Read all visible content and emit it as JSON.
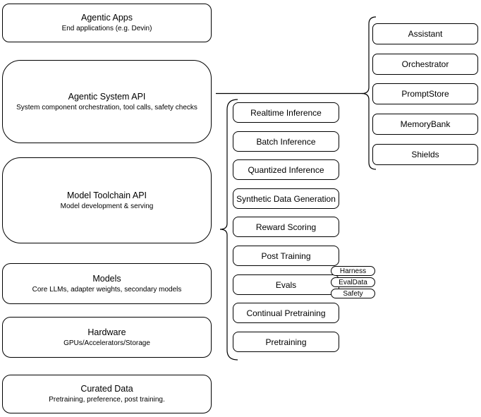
{
  "diagram": {
    "left_stack": [
      {
        "title": "Agentic Apps",
        "subtitle": "End applications (e.g. Devin)"
      },
      {
        "title": "Agentic System API",
        "subtitle": "System component orchestration, tool calls, safety checks"
      },
      {
        "title": "Model Toolchain API",
        "subtitle": "Model development & serving"
      },
      {
        "title": "Models",
        "subtitle": "Core LLMs, adapter weights, secondary models"
      },
      {
        "title": "Hardware",
        "subtitle": "GPUs/Accelerators/Storage"
      },
      {
        "title": "Curated Data",
        "subtitle": "Pretraining, preference, post training."
      }
    ],
    "toolchain_items": [
      "Realtime Inference",
      "Batch Inference",
      "Quantized Inference",
      "Synthetic Data Generation",
      "Reward Scoring",
      "Post Training",
      "Evals",
      "Continual Pretraining",
      "Pretraining"
    ],
    "eval_tags": [
      "Harness",
      "EvalData",
      "Safety"
    ],
    "system_items": [
      "Assistant",
      "Orchestrator",
      "PromptStore",
      "MemoryBank",
      "Shields"
    ],
    "colors": {
      "stroke": "#000000",
      "fill": "#ffffff",
      "text": "#000000",
      "background": "#ffffff"
    }
  }
}
